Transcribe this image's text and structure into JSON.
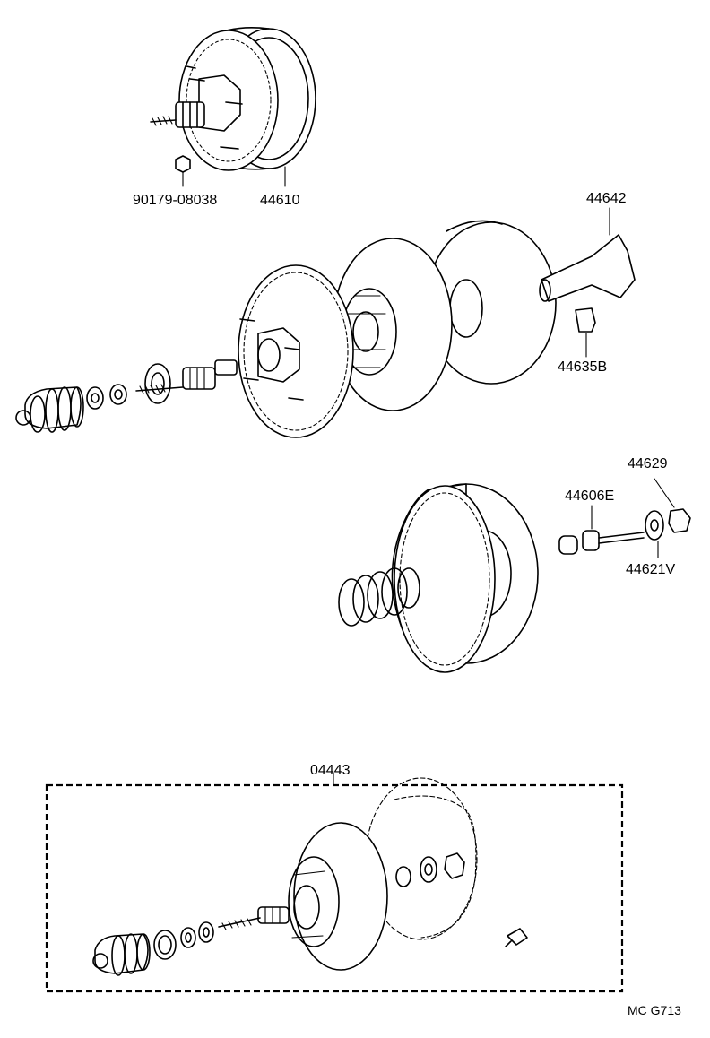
{
  "diagram": {
    "part_labels": [
      {
        "id": "p1",
        "text": "90179-08038"
      },
      {
        "id": "p2",
        "text": "44610"
      },
      {
        "id": "p3",
        "text": "44642"
      },
      {
        "id": "p4",
        "text": "44635B"
      },
      {
        "id": "p5",
        "text": "44629"
      },
      {
        "id": "p6",
        "text": "44606E"
      },
      {
        "id": "p7",
        "text": "44621V"
      },
      {
        "id": "p8",
        "text": "04443"
      }
    ],
    "figure_code": "MC G713"
  }
}
